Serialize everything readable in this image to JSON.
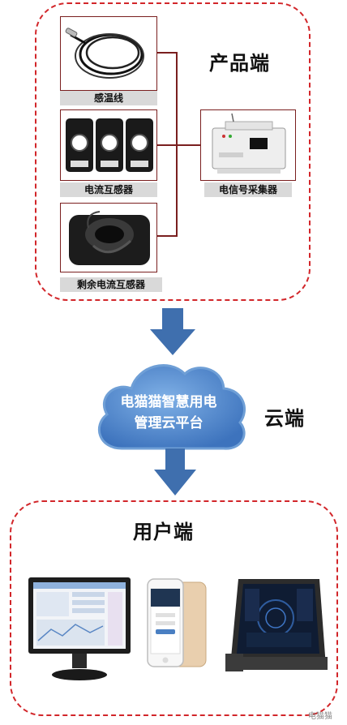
{
  "product_section": {
    "title": "产品端",
    "items": [
      {
        "label": "感温线",
        "icon": "temperature-cable-icon"
      },
      {
        "label": "电流互感器",
        "icon": "current-transformer-icon"
      },
      {
        "label": "剩余电流互感器",
        "icon": "residual-current-transformer-icon"
      }
    ],
    "collector": {
      "label": "电信号采集器",
      "icon": "signal-collector-icon"
    }
  },
  "cloud_section": {
    "title": "云端",
    "platform_line1": "电猫猫智慧用电",
    "platform_line2": "管理云平台"
  },
  "user_section": {
    "title": "用户端",
    "devices": [
      {
        "icon": "desktop-monitor-icon"
      },
      {
        "icon": "smartphone-icon"
      },
      {
        "icon": "tablet-icon"
      }
    ]
  },
  "watermark": "电猫猫",
  "colors": {
    "dashed_border": "#d2262a",
    "arrow": "#3f6fae",
    "cloud": "#5b8fd0"
  }
}
